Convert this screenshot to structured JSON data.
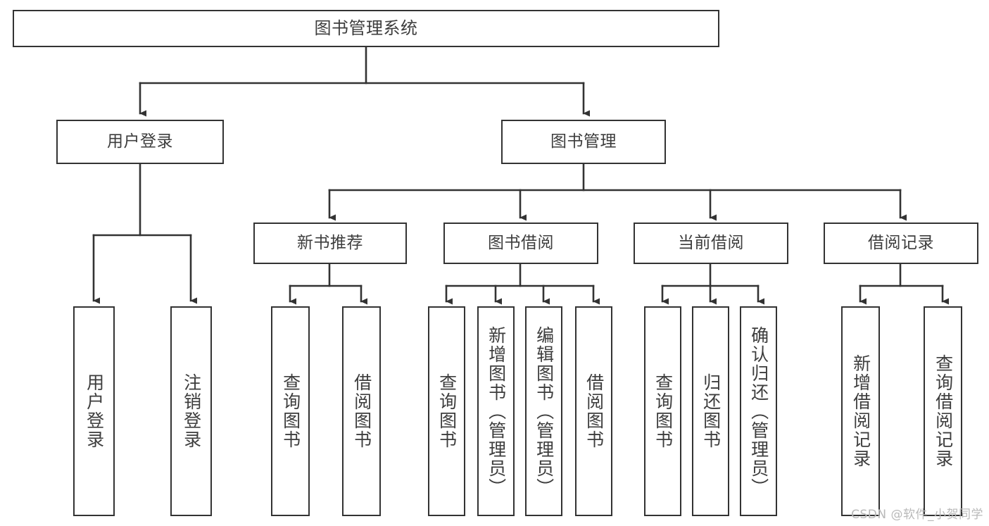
{
  "diagram": {
    "title": "图书管理系统",
    "type": "tree-hierarchy-chart",
    "orientation": "top-down",
    "colors": {
      "stroke": "#333333",
      "fill": "#ffffff",
      "text": "#3d3d3d",
      "watermark": "#b9b9b9"
    },
    "root": {
      "label": "图书管理系统"
    },
    "level2": [
      {
        "label": "用户登录"
      },
      {
        "label": "图书管理"
      }
    ],
    "level3": [
      {
        "label": "新书推荐"
      },
      {
        "label": "图书借阅"
      },
      {
        "label": "当前借阅"
      },
      {
        "label": "借阅记录"
      }
    ],
    "leaves": {
      "user_login": [
        {
          "label": "用户登录"
        },
        {
          "label": "注销登录"
        }
      ],
      "new_book_recommend": [
        {
          "label": "查询图书"
        },
        {
          "label": "借阅图书"
        }
      ],
      "book_borrow": [
        {
          "label": "查询图书"
        },
        {
          "label": "新增图书（管理员）"
        },
        {
          "label": "编辑图书（管理员）"
        },
        {
          "label": "借阅图书"
        }
      ],
      "current_borrow": [
        {
          "label": "查询图书"
        },
        {
          "label": "归还图书"
        },
        {
          "label": "确认归还（管理员）"
        }
      ],
      "borrow_record": [
        {
          "label": "新增借阅记录"
        },
        {
          "label": "查询借阅记录"
        }
      ]
    },
    "watermark": "CSDN @软件_小贺同学"
  }
}
